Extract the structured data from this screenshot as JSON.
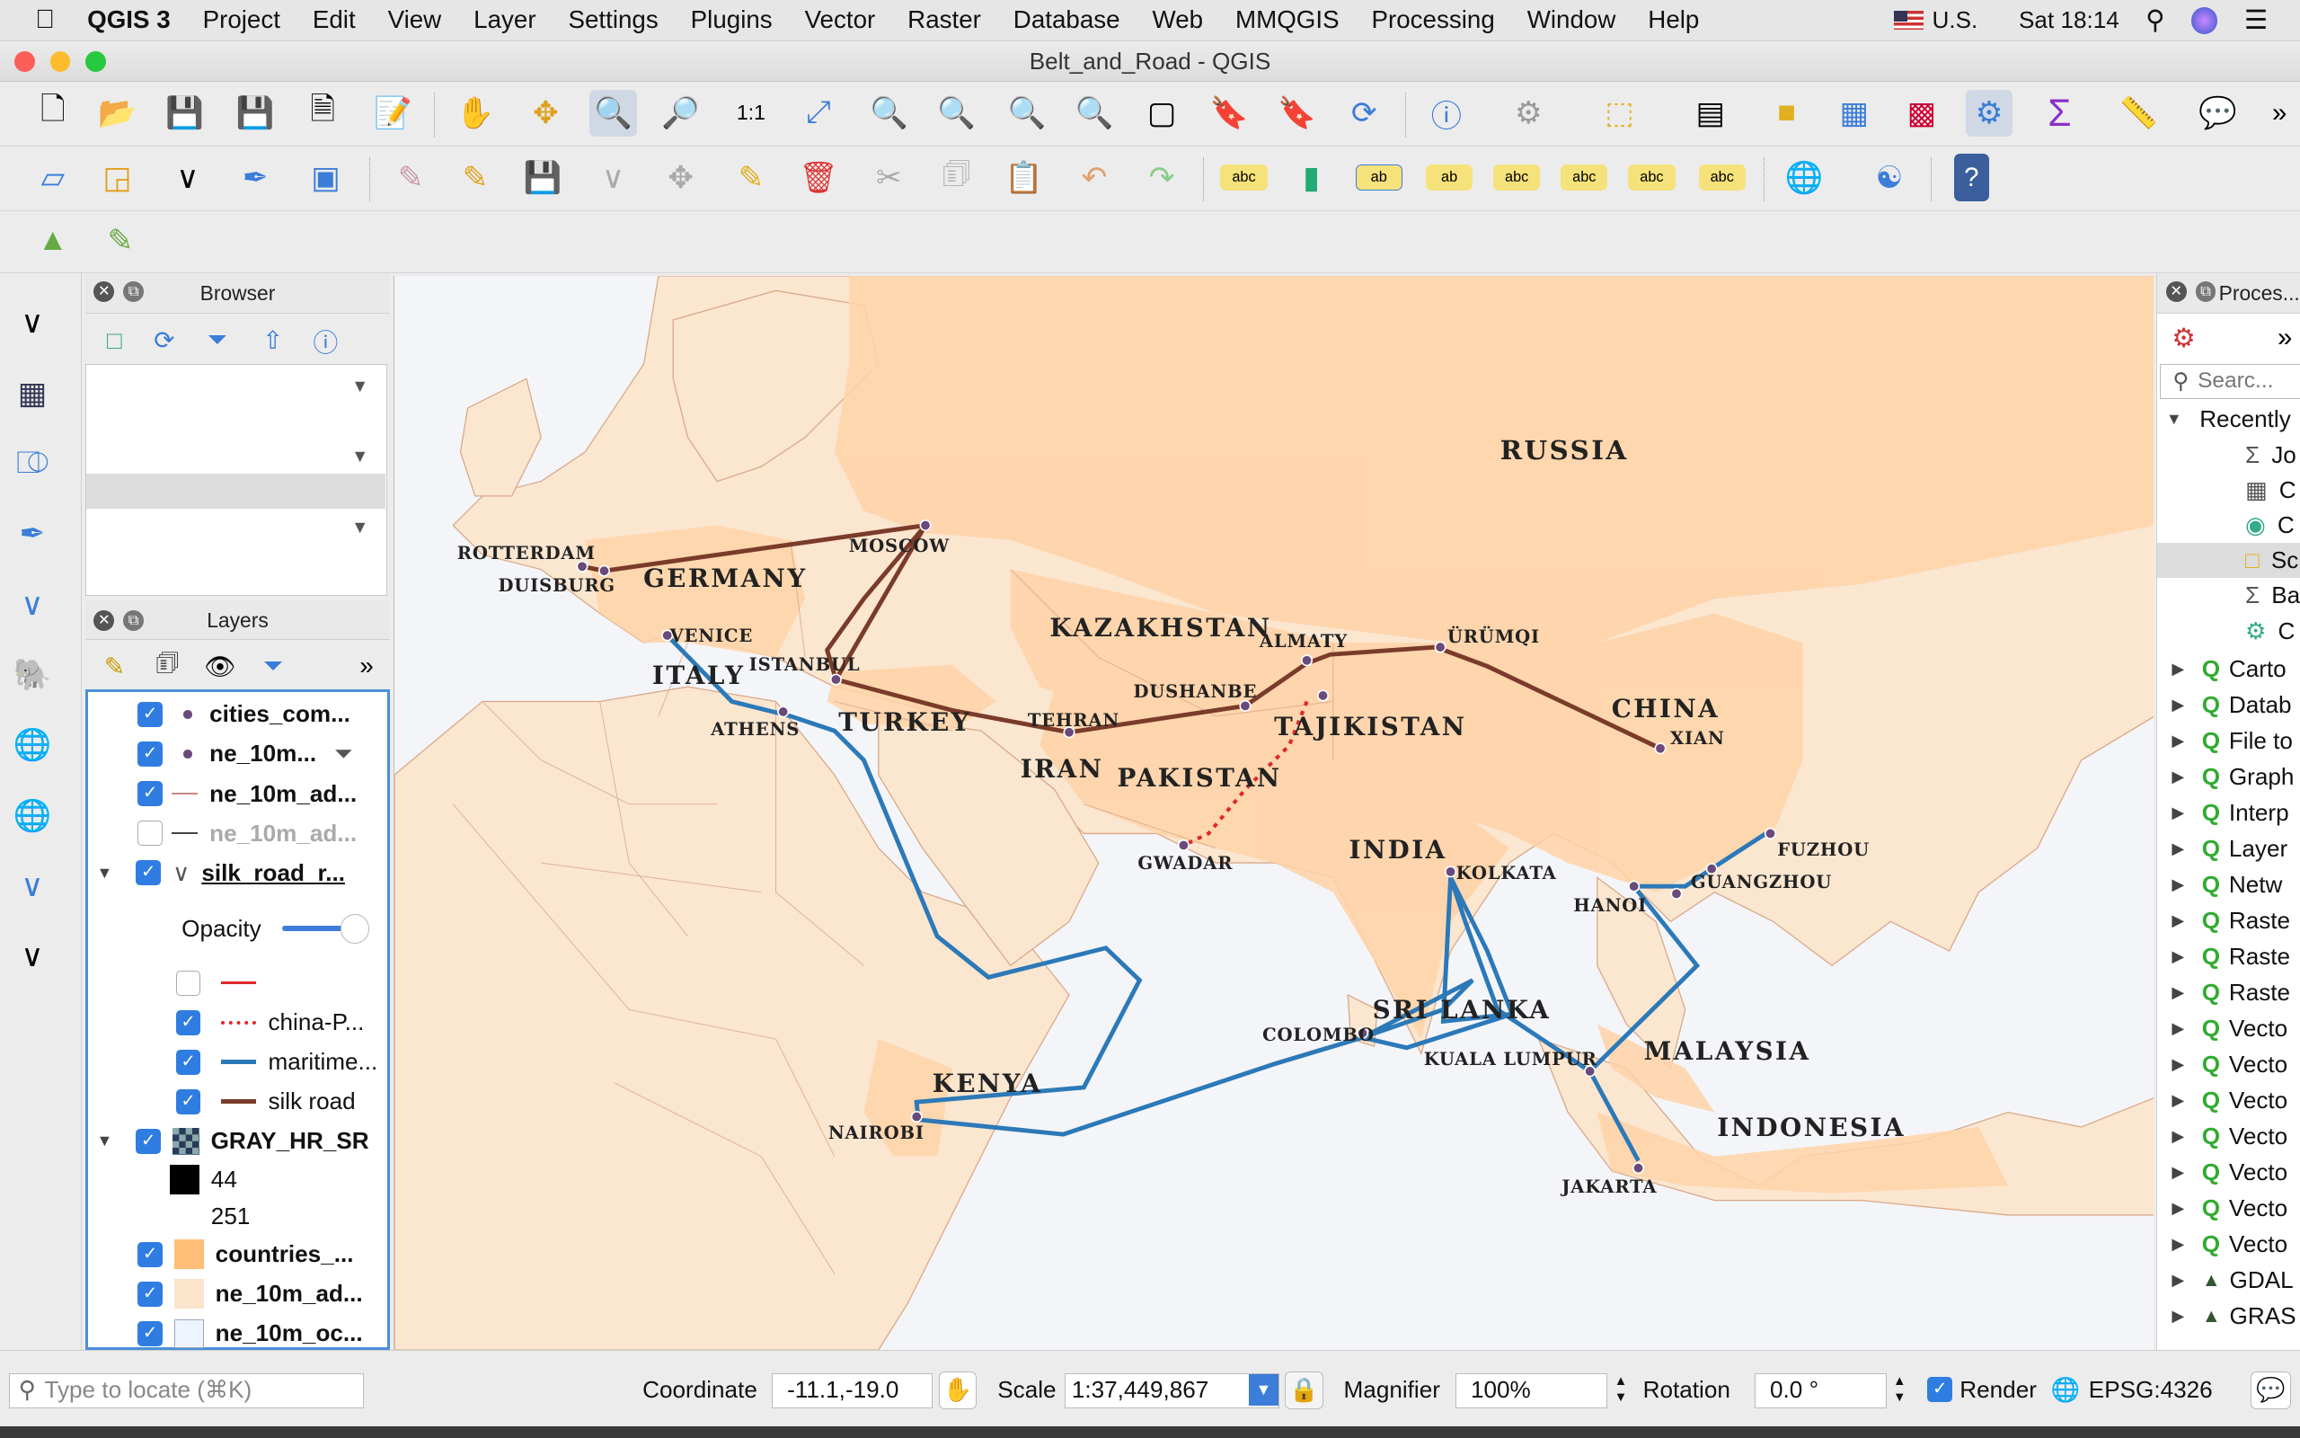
{
  "menubar": {
    "app": "QGIS 3",
    "items": [
      "Project",
      "Edit",
      "View",
      "Layer",
      "Settings",
      "Plugins",
      "Vector",
      "Raster",
      "Database",
      "Web",
      "MMQGIS",
      "Processing",
      "Window",
      "Help"
    ],
    "locale": "U.S.",
    "clock": "Sat 18:14"
  },
  "window": {
    "title": "Belt_and_Road - QGIS"
  },
  "panels": {
    "browser_title": "Browser",
    "layers_title": "Layers",
    "processing_title": "Proces..."
  },
  "layers": [
    {
      "name": "cities_com...",
      "checked": true
    },
    {
      "name": "ne_10m...",
      "checked": true
    },
    {
      "name": "ne_10m_ad...",
      "checked": true
    },
    {
      "name": "ne_10m_ad...",
      "checked": false
    },
    {
      "name": "silk_road_r...",
      "checked": true
    },
    {
      "name": "Opacity"
    },
    {
      "name": "",
      "checked": false
    },
    {
      "name": "china-P...",
      "checked": true
    },
    {
      "name": "maritime...",
      "checked": true
    },
    {
      "name": "silk road",
      "checked": true
    },
    {
      "name": "GRAY_HR_SR",
      "checked": true
    },
    {
      "name": "44"
    },
    {
      "name": "251"
    },
    {
      "name": "countries_...",
      "checked": true
    },
    {
      "name": "ne_10m_ad...",
      "checked": true
    },
    {
      "name": "ne_10m_oc...",
      "checked": true
    }
  ],
  "map": {
    "countries": [
      "RUSSIA",
      "GERMANY",
      "KAZAKHSTAN",
      "ITALY",
      "TURKEY",
      "TAJIKISTAN",
      "CHINA",
      "IRAN",
      "PAKISTAN",
      "INDIA",
      "SRI LANKA",
      "MALAYSIA",
      "INDONESIA",
      "KENYA"
    ],
    "cities": [
      "ROTTERDAM",
      "DUISBURG",
      "MOSCOW",
      "VENICE",
      "ISTANBUL",
      "ATHENS",
      "ALMATY",
      "ÜRÜMQI",
      "DUSHANBE",
      "TEHRAN",
      "XIAN",
      "GWADAR",
      "KOLKATA",
      "FUZHOU",
      "GUANGZHOU",
      "HANOI",
      "COLOMBO",
      "KUALA LUMPUR",
      "JAKARTA",
      "NAIROBI"
    ],
    "colors": {
      "silk_road": "#7a3b2a",
      "maritime": "#2c79b8",
      "china_pakistan": "#e0282b",
      "land": "#fde0c0",
      "ocean": "#f4f5f8"
    }
  },
  "processing": {
    "search_placeholder": "Searc...",
    "recent": "Recently",
    "recent_items": [
      "Jo",
      "C",
      "C",
      "Sc",
      "Ba",
      "C"
    ],
    "groups": [
      "Carto",
      "Datab",
      "File to",
      "Graph",
      "Interp",
      "Layer",
      "Netw",
      "Raste",
      "Raste",
      "Raste",
      "Vecto",
      "Vecto",
      "Vecto",
      "Vecto",
      "Vecto",
      "Vecto",
      "Vecto",
      "GDAL",
      "GRAS"
    ]
  },
  "status": {
    "locate_placeholder": "Type to locate (⌘K)",
    "coordinate_label": "Coordinate",
    "coordinate": "-11.1,-19.0",
    "scale_label": "Scale",
    "scale": "1:37,449,867",
    "magnifier_label": "Magnifier",
    "magnifier": "100%",
    "rotation_label": "Rotation",
    "rotation": "0.0 °",
    "render_label": "Render",
    "crs": "EPSG:4326"
  }
}
